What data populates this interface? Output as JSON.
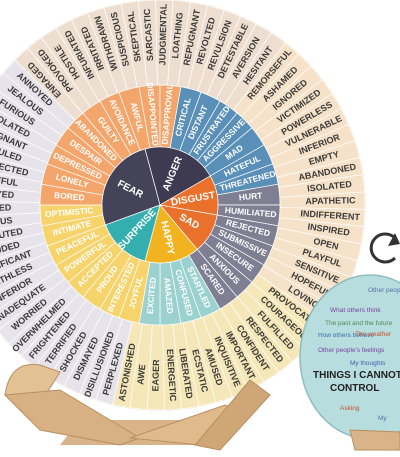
{
  "wheel": {
    "core": [
      {
        "label": "ANGER",
        "color": "#3d3a52"
      },
      {
        "label": "DISGUST",
        "color": "#e9712b"
      },
      {
        "label": "SAD",
        "color": "#e9712b"
      },
      {
        "label": "HAPPY",
        "color": "#f2b321"
      },
      {
        "label": "SURPRISE",
        "color": "#35aeb0"
      },
      {
        "label": "FEAR",
        "color": "#454358"
      }
    ],
    "mid": [
      {
        "label": "CRITICAL",
        "color": "#5a8fb8"
      },
      {
        "label": "DISTANT",
        "color": "#5a8fb8"
      },
      {
        "label": "FRUSTRATED",
        "color": "#5a8fb8"
      },
      {
        "label": "AGGRESSIVE",
        "color": "#5a8fb8"
      },
      {
        "label": "MAD",
        "color": "#5a8fb8"
      },
      {
        "label": "HATEFUL",
        "color": "#5a8fb8"
      },
      {
        "label": "THREATENED",
        "color": "#5a8fb8"
      },
      {
        "label": "HURT",
        "color": "#7f7f93"
      },
      {
        "label": "HUMILIATED",
        "color": "#7f7f93"
      },
      {
        "label": "REJECTED",
        "color": "#7f7f93"
      },
      {
        "label": "SUBMISSIVE",
        "color": "#7f7f93"
      },
      {
        "label": "INSECURE",
        "color": "#7f7f93"
      },
      {
        "label": "ANXIOUS",
        "color": "#7f7f93"
      },
      {
        "label": "SCARED",
        "color": "#7f7f93"
      },
      {
        "label": "STARTLED",
        "color": "#9bd2cf"
      },
      {
        "label": "CONFUSED",
        "color": "#9bd2cf"
      },
      {
        "label": "AMAZED",
        "color": "#9bd2cf"
      },
      {
        "label": "EXCITED",
        "color": "#9bd2cf"
      },
      {
        "label": "JOYFUL",
        "color": "#f7d36b"
      },
      {
        "label": "INTERESTED",
        "color": "#f7d36b"
      },
      {
        "label": "PROUD",
        "color": "#f7d36b"
      },
      {
        "label": "ACCEPTED",
        "color": "#f7d36b"
      },
      {
        "label": "POWERFUL",
        "color": "#f7d36b"
      },
      {
        "label": "PEACEFUL",
        "color": "#f7d36b"
      },
      {
        "label": "INTIMATE",
        "color": "#f7d36b"
      },
      {
        "label": "OPTIMISTIC",
        "color": "#f7d36b"
      },
      {
        "label": "BORED",
        "color": "#f3a56b"
      },
      {
        "label": "LONELY",
        "color": "#f3a56b"
      },
      {
        "label": "DEPRESSED",
        "color": "#f3a56b"
      },
      {
        "label": "DESPAIR",
        "color": "#f3a56b"
      },
      {
        "label": "ABANDONED",
        "color": "#f3a56b"
      },
      {
        "label": "GUILTY",
        "color": "#f3a56b"
      },
      {
        "label": "AVOIDANCE",
        "color": "#f3a56b"
      },
      {
        "label": "AWFUL",
        "color": "#f3a56b"
      },
      {
        "label": "DISAPPOINTED",
        "color": "#f3a56b"
      },
      {
        "label": "DISAPPROVAL",
        "color": "#f3a56b"
      }
    ],
    "outer_top": [
      "ENRAGED",
      "PROVOKED",
      "HOSTILE",
      "INFURIATED",
      "IRRITATED",
      "WITHDRAWN",
      "SUSPICIOUS",
      "SKEPTICAL",
      "SARCASTIC",
      "JUDGMENTAL",
      "LOATHING",
      "REPUGNANT",
      "REVOLTED",
      "REVULSION",
      "DETESTABLE",
      "AVERSION",
      "HESITANT"
    ],
    "outer_right": [
      "REMORSEFUL",
      "ASHAMED",
      "IGNORED",
      "VICTIMIZED",
      "POWERLESS",
      "VULNERABLE",
      "INFERIOR",
      "EMPTY",
      "ABANDONED",
      "ISOLATED",
      "APATHETIC",
      "INDIFFERENT",
      "INSPIRED",
      "OPEN",
      "PLAYFUL",
      "SENSITIVE",
      "HOPEFUL",
      "LOVING"
    ],
    "outer_bottom": [
      "PROVOCATIVE",
      "COURAGEOUS",
      "FULFILLED",
      "RESPECTED",
      "CONFIDENT",
      "IMPORTANT",
      "INQUISITIVE",
      "AMUSED",
      "ECSTATIC",
      "LIBERATED",
      "ENERGETIC",
      "EAGER",
      "AWE",
      "ASTONISHED"
    ],
    "outer_left": [
      "PERPLEXED",
      "DISILLUSIONED",
      "DISMAYED",
      "SHOCKED",
      "TERRIFIED",
      "FRIGHTENED",
      "OVERWHELMED",
      "WORRIED",
      "INADEQUATE",
      "INFERIOR",
      "WORTHLESS",
      "INSIGNIFICANT",
      "EXCLUDED",
      "PERSECUTED",
      "NERVOUS",
      "EXPOSED",
      "BETRAYED",
      "RESENTFUL",
      "DISRESPECTED",
      "RIDICULED",
      "INDIGNANT",
      "VIOLATED",
      "FURIOUS",
      "JEALOUS",
      "ANNOYED"
    ],
    "visible_left_fragments": [
      "ANNOYED",
      "JEALOUS",
      "FURIOUS",
      "VIOLATED",
      "RESENTFUL",
      "DISRESPECTED",
      "JEALOUS",
      "EXCLUDED",
      "PERSECUTED",
      "NERVOUS",
      "EXPOSED",
      "DISMAYED",
      "SHOCKED",
      "PERPLEXED",
      "DISILLUSIONED"
    ],
    "outer_color": "#f4e4cf"
  },
  "card": {
    "title_line1": "THINGS I CANNOT",
    "title_line2": "CONTROL",
    "phrases": [
      {
        "text": "Other people's actions",
        "color": "#5b6fb0"
      },
      {
        "text": "What others think",
        "color": "#7a3fa0"
      },
      {
        "text": "The past and the future",
        "color": "#4a8a58"
      },
      {
        "text": "How others behave",
        "color": "#3a6db0"
      },
      {
        "text": "The weather",
        "color": "#c7522f"
      },
      {
        "text": "Other people's feelings",
        "color": "#7a3fa0"
      },
      {
        "text": "My thoughts",
        "color": "#3f5fb0"
      },
      {
        "text": "Asking",
        "color": "#c7522f"
      },
      {
        "text": "My",
        "color": "#5b6fb0"
      }
    ],
    "bg_color": "#b7ddde"
  },
  "rotate_arrow_icon": "rotate-arrow-icon"
}
